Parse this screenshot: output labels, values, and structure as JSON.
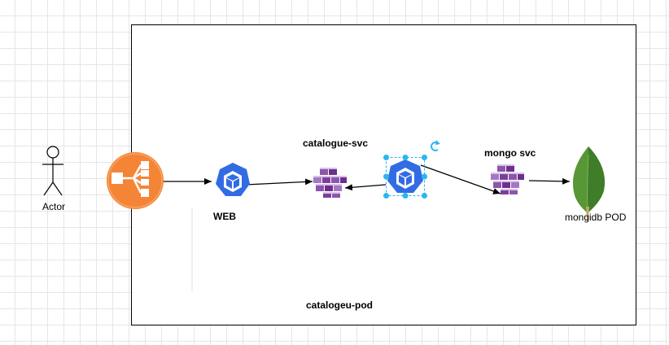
{
  "diagram": {
    "actor_label": "Actor",
    "web_label": "WEB",
    "catalogue_svc_label": "catalogue-svc",
    "mongo_svc_label": "mongo svc",
    "mongodb_pod_label": "mongidb POD",
    "container_label": "catalogeu-pod"
  },
  "icons": {
    "load_balancer": "load-balancer-icon",
    "kubernetes_pod": "kubernetes-pod-icon",
    "service": "kubernetes-service-icon",
    "mongodb": "mongodb-leaf-icon",
    "rotate": "rotate-icon"
  },
  "colors": {
    "load_balancer": "#f58536",
    "kubernetes": "#326ce5",
    "service": "#7b3f99",
    "mongodb": "#589636",
    "selection": "#29b6f2"
  }
}
